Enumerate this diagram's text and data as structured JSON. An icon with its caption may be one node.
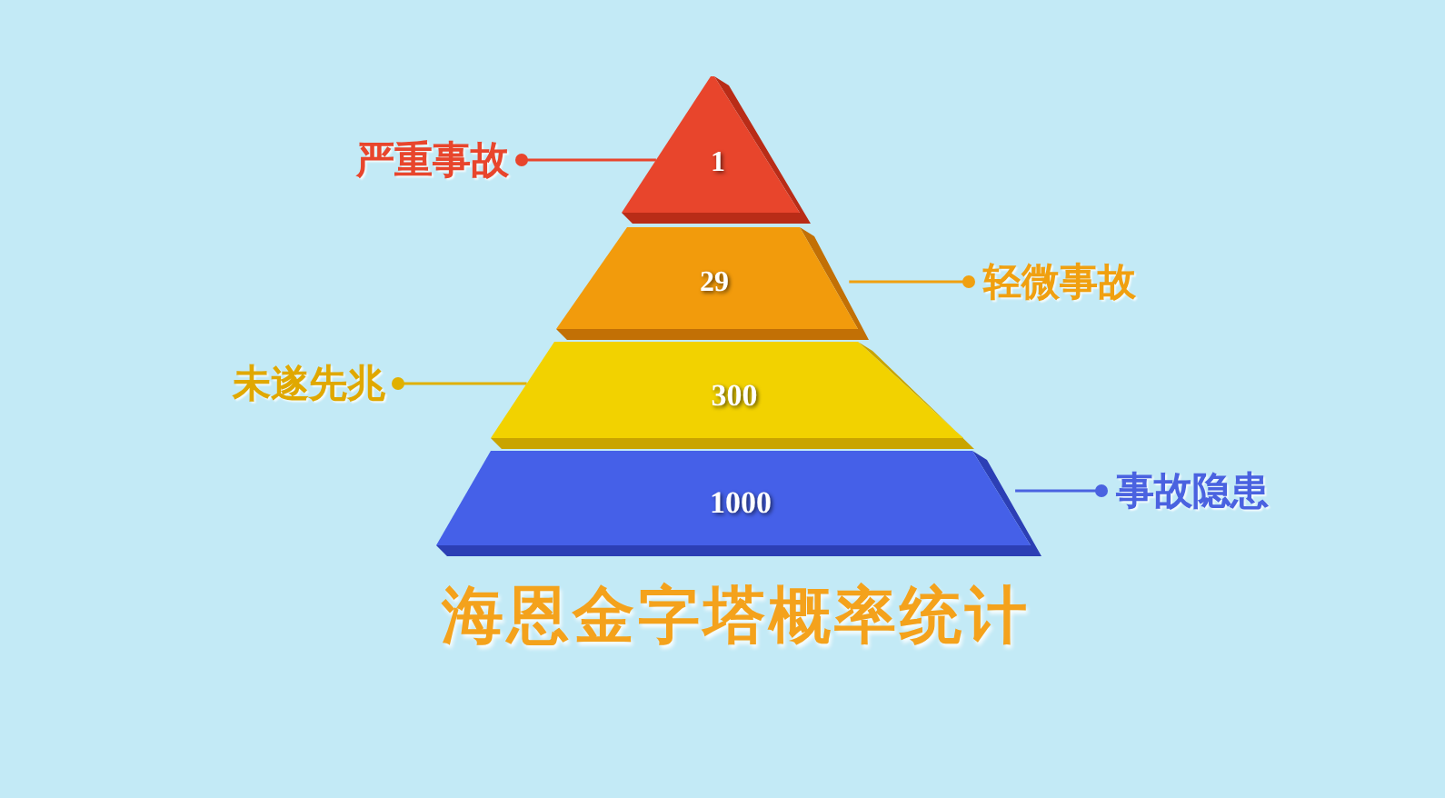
{
  "diagram": {
    "title": "海恩金字塔概率统计",
    "nodes": [
      {
        "text": [
          "1"
        ]
      },
      {
        "text": [
          "严重事故"
        ]
      },
      {
        "text": [
          "29"
        ]
      },
      {
        "text": [
          "轻微事故"
        ]
      },
      {
        "text": [
          "300"
        ]
      },
      {
        "text": [
          "未遂先兆"
        ]
      },
      {
        "text": [
          "1000"
        ]
      },
      {
        "text": [
          "事故隐患"
        ]
      }
    ],
    "edges": [
      {
        "from": 1,
        "to": 0,
        "arrow": "other",
        "color": "#e8452c"
      },
      {
        "from": 3,
        "to": 2,
        "arrow": "other",
        "color": "#f0a010"
      },
      {
        "from": 5,
        "to": 4,
        "arrow": "other",
        "color": "#e0b000"
      },
      {
        "from": 7,
        "to": 6,
        "arrow": "other",
        "color": "#4a62e0"
      }
    ]
  }
}
